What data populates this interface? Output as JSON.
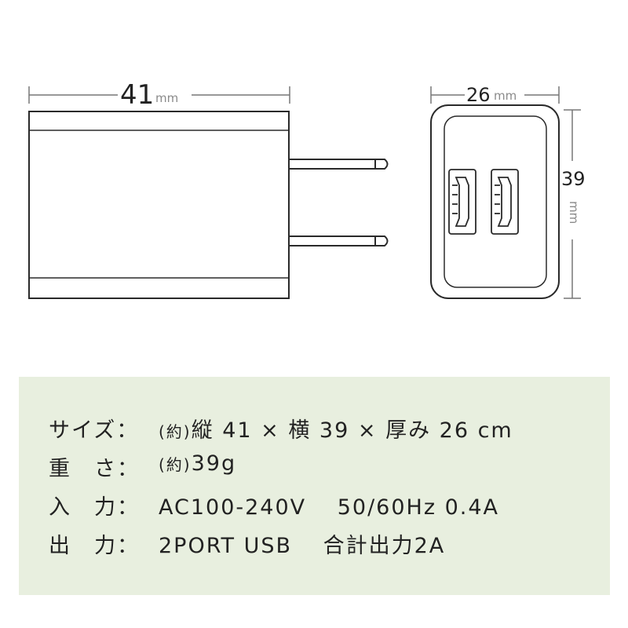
{
  "dimensions": {
    "width_value": "41",
    "width_unit": "mm",
    "depth_value": "26",
    "depth_unit": "mm",
    "height_value": "39",
    "height_unit": "mm"
  },
  "specs": [
    {
      "label": "サイズ：",
      "prefix": "(約)",
      "value": "縦 41 × 横 39 × 厚み 26 cm"
    },
    {
      "label": "重　さ：",
      "prefix": "(約)",
      "value": "39g"
    },
    {
      "label": "入　力：",
      "prefix": "",
      "value": "AC100-240V　 50/60Hz 0.4A"
    },
    {
      "label": "出　力：",
      "prefix": "",
      "value": "2PORT USB　 合計出力2A"
    }
  ],
  "colors": {
    "panel_background": "#e8efdf",
    "outline": "#2a2a2a",
    "dimension_line": "#777777"
  }
}
